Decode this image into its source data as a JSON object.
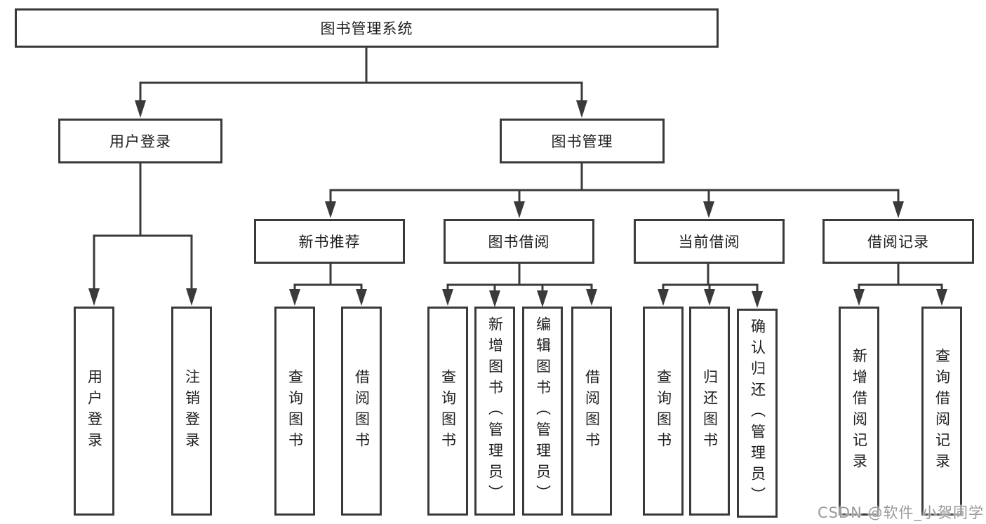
{
  "diagram": {
    "root": {
      "label": "图书管理系统"
    },
    "level2": [
      {
        "label": "用户登录"
      },
      {
        "label": "图书管理"
      }
    ],
    "level3": [
      {
        "label": "新书推荐"
      },
      {
        "label": "图书借阅"
      },
      {
        "label": "当前借阅"
      },
      {
        "label": "借阅记录"
      }
    ],
    "leaves": [
      {
        "label": "用户登录"
      },
      {
        "label": "注销登录"
      },
      {
        "label": "查询图书"
      },
      {
        "label": "借阅图书"
      },
      {
        "label": "查询图书"
      },
      {
        "label": "新增图书（管理员）"
      },
      {
        "label": "编辑图书（管理员）"
      },
      {
        "label": "借阅图书"
      },
      {
        "label": "查询图书"
      },
      {
        "label": "归还图书"
      },
      {
        "label": "确认归还（管理员）"
      },
      {
        "label": "新增借阅记录"
      },
      {
        "label": "查询借阅记录"
      }
    ]
  },
  "watermark": {
    "text": "CSDN @软件_小贺同学"
  },
  "colors": {
    "line": "#3a3a3a",
    "text": "#1d1d1d",
    "background": "#ffffff",
    "watermark": "#9a9a9a"
  }
}
